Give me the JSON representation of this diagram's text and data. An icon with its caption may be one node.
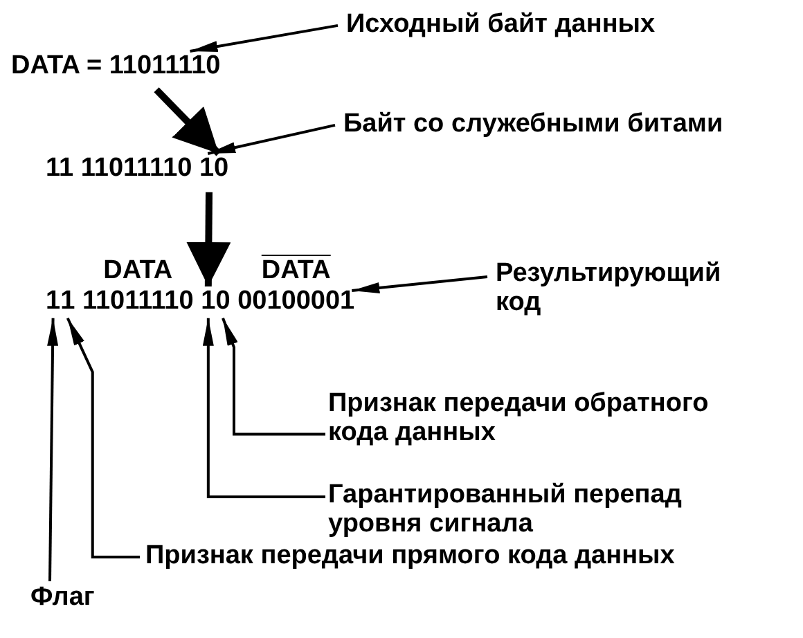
{
  "diagram": {
    "nodes": [
      {
        "text": [
          "Исходный байт данных"
        ]
      },
      {
        "text": [
          "DATA = 11011110"
        ]
      },
      {
        "text": [
          "Байт со служебными битами"
        ]
      },
      {
        "text": [
          "11 11011110 10"
        ]
      },
      {
        "text": [
          "Результирующий код"
        ]
      },
      {
        "text": [
          "1"
        ]
      },
      {
        "text": [
          "1"
        ]
      },
      {
        "text": [
          "11011110"
        ]
      },
      {
        "text": [
          "1"
        ]
      },
      {
        "text": [
          "0"
        ]
      },
      {
        "text": [
          "00100001"
        ]
      },
      {
        "text": [
          "Признак передачи обратного кода данных"
        ]
      },
      {
        "text": [
          "Гарантированный перепад уровня сигнала"
        ]
      },
      {
        "text": [
          "Признак передачи прямого кода данных"
        ]
      },
      {
        "text": [
          "Флаг"
        ]
      }
    ],
    "edges": [
      {
        "from": 0,
        "to": 1,
        "arrow": "to"
      },
      {
        "from": 1,
        "to": 3,
        "arrow": "to",
        "style": "thick"
      },
      {
        "from": 2,
        "to": 3,
        "arrow": "to"
      },
      {
        "from": 3,
        "to": 8,
        "arrow": "to",
        "style": "thick"
      },
      {
        "from": 4,
        "to": 10,
        "arrow": "to"
      },
      {
        "from": 11,
        "to": 9,
        "arrow": "to"
      },
      {
        "from": 12,
        "to": 8,
        "arrow": "to"
      },
      {
        "from": 13,
        "to": 6,
        "arrow": "to"
      },
      {
        "from": 14,
        "to": 5,
        "arrow": "to"
      }
    ],
    "labels": [
      "DATA",
      "DATA"
    ]
  }
}
